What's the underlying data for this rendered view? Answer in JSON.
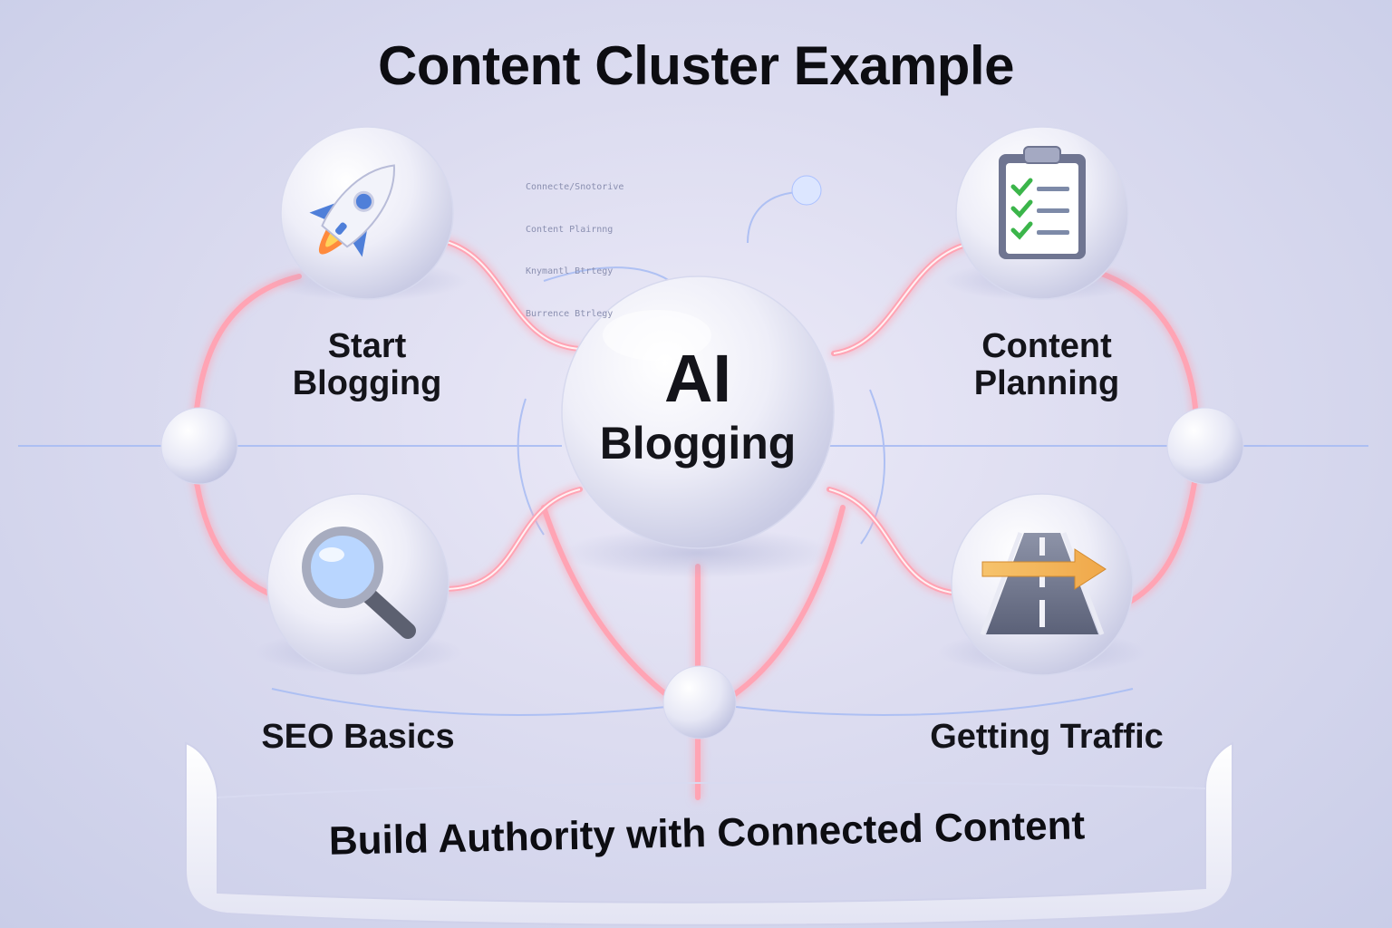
{
  "title": "Content Cluster Example",
  "hub": {
    "line1": "AI",
    "line2": "Blogging",
    "icon": "ai-hub"
  },
  "topics": [
    {
      "label": "Start Blogging",
      "icon": "rocket-icon"
    },
    {
      "label": "Content Planning",
      "icon": "clipboard-checklist-icon"
    },
    {
      "label": "SEO Basics",
      "icon": "magnifier-icon"
    },
    {
      "label": "Getting Traffic",
      "icon": "road-arrow-icon"
    }
  ],
  "banner": "Build Authority with Connected Content",
  "bullets_top": [
    "Connecte/Snotorive",
    "Content Plairnng",
    "Knymantl Btrtegy",
    "Burrence Btrlegy"
  ],
  "colors": {
    "accent_glow": "#ff9aa8",
    "accent_blue": "#9fb8ff",
    "text": "#14141a",
    "sphere": "#f4f4fb"
  }
}
